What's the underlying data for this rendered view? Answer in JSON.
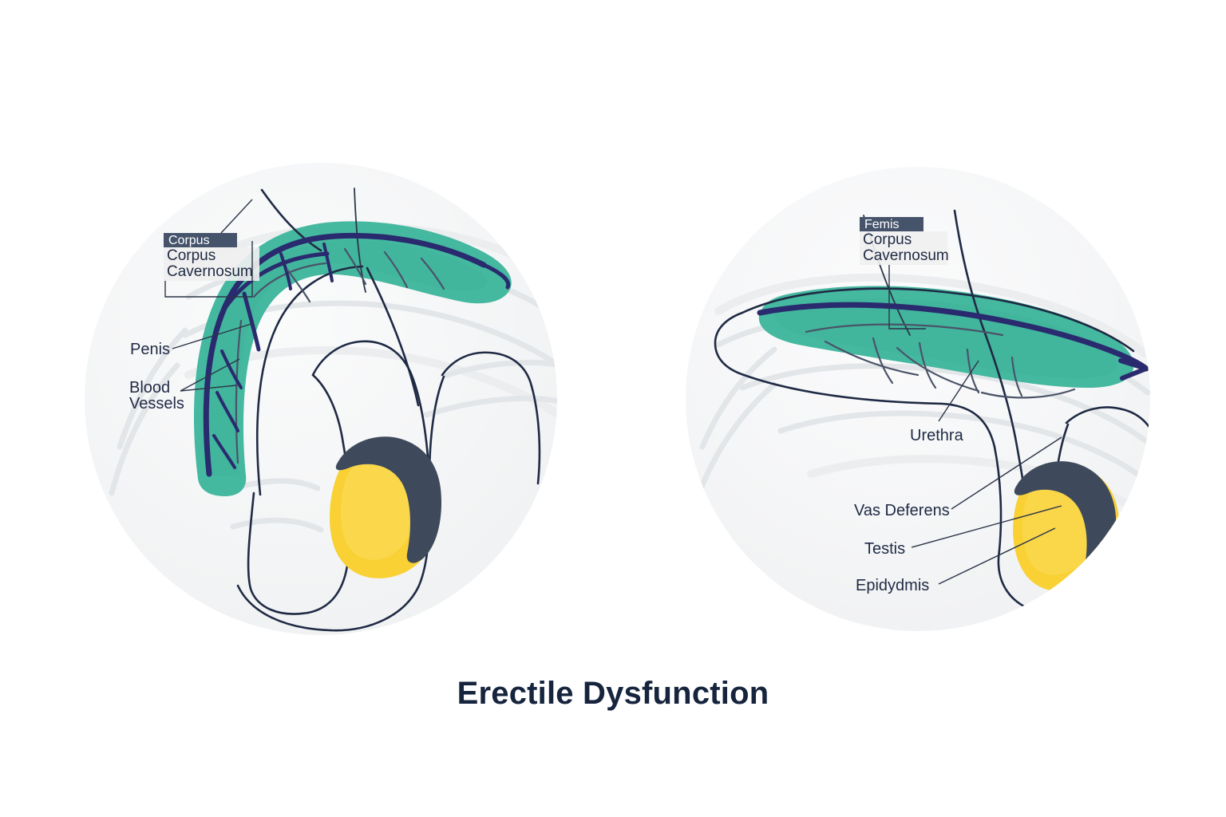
{
  "title": "Erectile Dysfunction",
  "colors": {
    "background": "#FFFFFF",
    "circle_fill": "#F4F5F6",
    "corpus_cavernosum_teal": "#45B8A0",
    "blood_vessel_navy": "#2A2A6E",
    "testis_yellow": "#F9D134",
    "epididymis_slate": "#3E4A5C",
    "outline_navy": "#1F2A44",
    "title_navy": "#16243D",
    "callout_header_bg": "#46546B",
    "callout_body_bg": "#EFEFEF"
  },
  "panels": [
    {
      "id": "left-panel",
      "name": "flaccid-anatomy-diagram",
      "callout": {
        "header": "Corpus",
        "body_line1": "Corpus",
        "body_line2": "Cavernosum"
      },
      "labels": [
        {
          "id": "penis",
          "text": "Penis"
        },
        {
          "id": "blood-vessels",
          "line1": "Blood",
          "line2": "Vessels"
        }
      ]
    },
    {
      "id": "right-panel",
      "name": "erect-anatomy-diagram",
      "callout": {
        "header": "Femis",
        "body_line1": "Corpus",
        "body_line2": "Cavernosum"
      },
      "labels": [
        {
          "id": "urethra",
          "text": "Urethra"
        },
        {
          "id": "vas-deferens",
          "text": "Vas Deferens"
        },
        {
          "id": "testis",
          "text": "Testis"
        },
        {
          "id": "epidydmis",
          "text": "Epidydmis"
        }
      ]
    }
  ]
}
